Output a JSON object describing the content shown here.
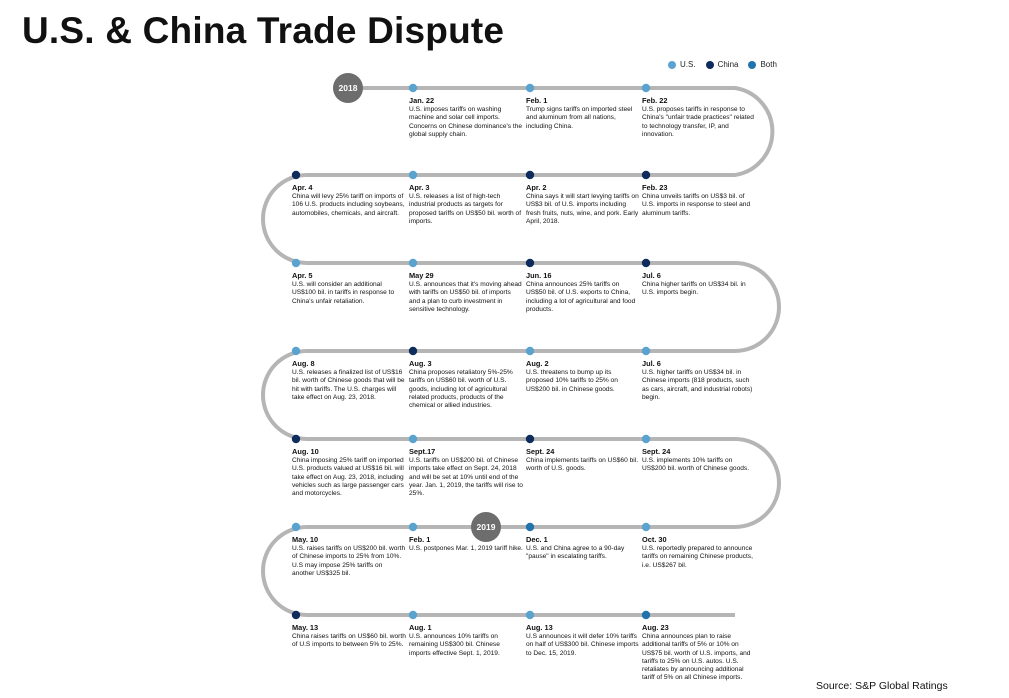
{
  "title": "U.S. & China Trade Dispute",
  "source": "Source: S&P Global Ratings",
  "colors": {
    "us": "#5ba3cf",
    "china": "#0f2d5c",
    "both": "#2173ac",
    "track": "#b5b5b5",
    "year": "#6d6d6d"
  },
  "legend": [
    {
      "label": "U.S.",
      "party": "us"
    },
    {
      "label": "China",
      "party": "china"
    },
    {
      "label": "Both",
      "party": "both"
    }
  ],
  "year_markers": [
    "2018",
    "2019"
  ],
  "rows": [
    [
      {
        "party": "us",
        "date": "Jan. 22",
        "text": "U.S. imposes tariffs on washing machine and solar cell imports. Concerns on Chinese dominance's the global supply chain."
      },
      {
        "party": "us",
        "date": "Feb. 1",
        "text": "Trump signs tariffs on imported steel and aluminum from all nations, including China."
      },
      {
        "party": "us",
        "date": "Feb.  22",
        "text": "U.S. proposes tariffs in response to China's \"unfair trade practices\" related to technology transfer, IP, and innovation."
      }
    ],
    [
      {
        "party": "china",
        "date": "Apr. 4",
        "text": "China will levy 25% tariff on imports of 106 U.S. products including soybeans, automobiles, chemicals, and aircraft."
      },
      {
        "party": "us",
        "date": "Apr. 3",
        "text": "U.S. releases a list of high-tech industrial products as targets for proposed tariffs on US$50 bil. worth of imports."
      },
      {
        "party": "china",
        "date": "Apr. 2",
        "text": "China says it will start levying tariffs on US$3 bil. of U.S. imports including fresh fruits, nuts, wine, and pork. Early April, 2018."
      },
      {
        "party": "china",
        "date": "Feb. 23",
        "text": "China unveils tariffs on US$3 bil. of U.S. imports in response to steel and aluminum tariffs."
      }
    ],
    [
      {
        "party": "us",
        "date": "Apr. 5",
        "text": "U.S. will consider an additional US$100 bil. in tariffs in response to China's unfair retaliation."
      },
      {
        "party": "us",
        "date": "May 29",
        "text": "U.S. announces that it's moving ahead with tariffs on US$50 bil. of imports and a plan to curb investment in sensitive technology."
      },
      {
        "party": "china",
        "date": "Jun. 16",
        "text": "China announces 25% tariffs on US$50 bil. of U.S. exports to China, including a lot of agricultural and food products."
      },
      {
        "party": "china",
        "date": "Jul. 6",
        "text": "China higher tariffs on US$34 bil. in U.S. imports begin."
      }
    ],
    [
      {
        "party": "us",
        "date": "Aug. 8",
        "text": "U.S. releases a finalized list of US$16 bil. worth of Chinese goods that will be hit with tariffs. The U.S. charges will take effect on Aug. 23, 2018."
      },
      {
        "party": "china",
        "date": "Aug. 3",
        "text": "China proposes retaliatory 5%-25% tariffs on US$60 bil. worth of U.S. goods, including lot of agricultural related products, products of the chemical or allied industries."
      },
      {
        "party": "us",
        "date": "Aug. 2",
        "text": "U.S. threatens to bump up its proposed 10% tariffs to 25% on US$200 bil. in Chinese goods."
      },
      {
        "party": "us",
        "date": "Jul. 6",
        "text": "U.S. higher tariffs on US$34 bil. in Chinese imports (818 products, such as cars, aircraft, and industrial robots) begin."
      }
    ],
    [
      {
        "party": "china",
        "date": "Aug. 10",
        "text": "China imposing 25% tariff on imported U.S. products valued at US$16 bil. will take effect on Aug. 23, 2018, including vehicles such as large passenger cars and motorcycles."
      },
      {
        "party": "us",
        "date": "Sept.17",
        "text": "U.S. tariffs on US$200 bil. of Chinese imports take effect on Sept. 24, 2018 and will be set at 10% until end of the year. Jan. 1, 2019, the tariffs will rise to 25%."
      },
      {
        "party": "china",
        "date": "Sept. 24",
        "text": "China implements tariffs on US$60 bil. worth of U.S. goods."
      },
      {
        "party": "us",
        "date": "Sept. 24",
        "text": "U.S. implements 10% tariffs on US$200 bil. worth of Chinese goods."
      }
    ],
    [
      {
        "party": "us",
        "date": "May. 10",
        "text": "U.S. raises tariffs on US$200 bil. worth of Chinese imports to 25% from 10%. U.S may impose 25% tariffs on another US$325 bil."
      },
      {
        "party": "us",
        "date": "Feb. 1",
        "text": "U.S. postpones Mar. 1, 2019 tariff hike."
      },
      {
        "party": "both",
        "date": "Dec. 1",
        "text": "U.S. and China agree to a 90-day \"pause\" in escalating tariffs."
      },
      {
        "party": "us",
        "date": "Oct. 30",
        "text": "U.S. reportedly prepared to announce tariffs on remaining Chinese products, i.e. US$267 bil."
      }
    ],
    [
      {
        "party": "china",
        "date": "May. 13",
        "text": "China raises tariffs on US$60 bil. worth of U.S imports to between 5% to 25%."
      },
      {
        "party": "us",
        "date": "Aug. 1",
        "text": "U.S. announces 10% tariffs on remaining US$300 bil. Chinese imports effective Sept. 1, 2019."
      },
      {
        "party": "us",
        "date": "Aug. 13",
        "text": "U.S announces it will defer 10% tariffs on half of US$300 bil. Chinese imports to Dec. 15, 2019."
      },
      {
        "party": "both",
        "date": "Aug. 23",
        "text": "China announces plan to raise additional tariffs of 5% or 10% on US$75 bil. worth of U.S. imports, and tariffs to 25% on U.S. autos. U.S. retaliates by announcing additional tariff of 5% on all Chinese imports."
      }
    ]
  ]
}
